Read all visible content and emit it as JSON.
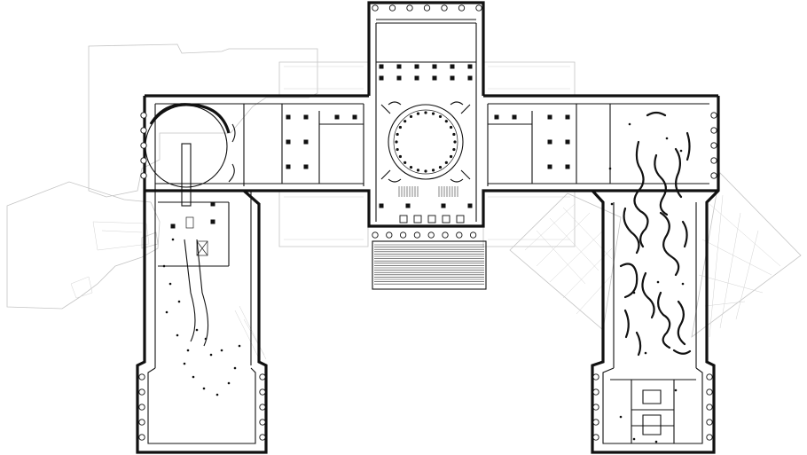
{
  "diagram": {
    "kind": "architectural floor plan",
    "background": "#ffffff",
    "line_color": "#111111",
    "context_line_color": "#c4c4c4",
    "zones": [
      "north-portico",
      "central-rotunda",
      "east-west-gallery",
      "west-wing",
      "east-wing",
      "grand-stair",
      "diagonal-extension-east",
      "diagonal-extension-west",
      "context-ghost-buildings"
    ]
  }
}
